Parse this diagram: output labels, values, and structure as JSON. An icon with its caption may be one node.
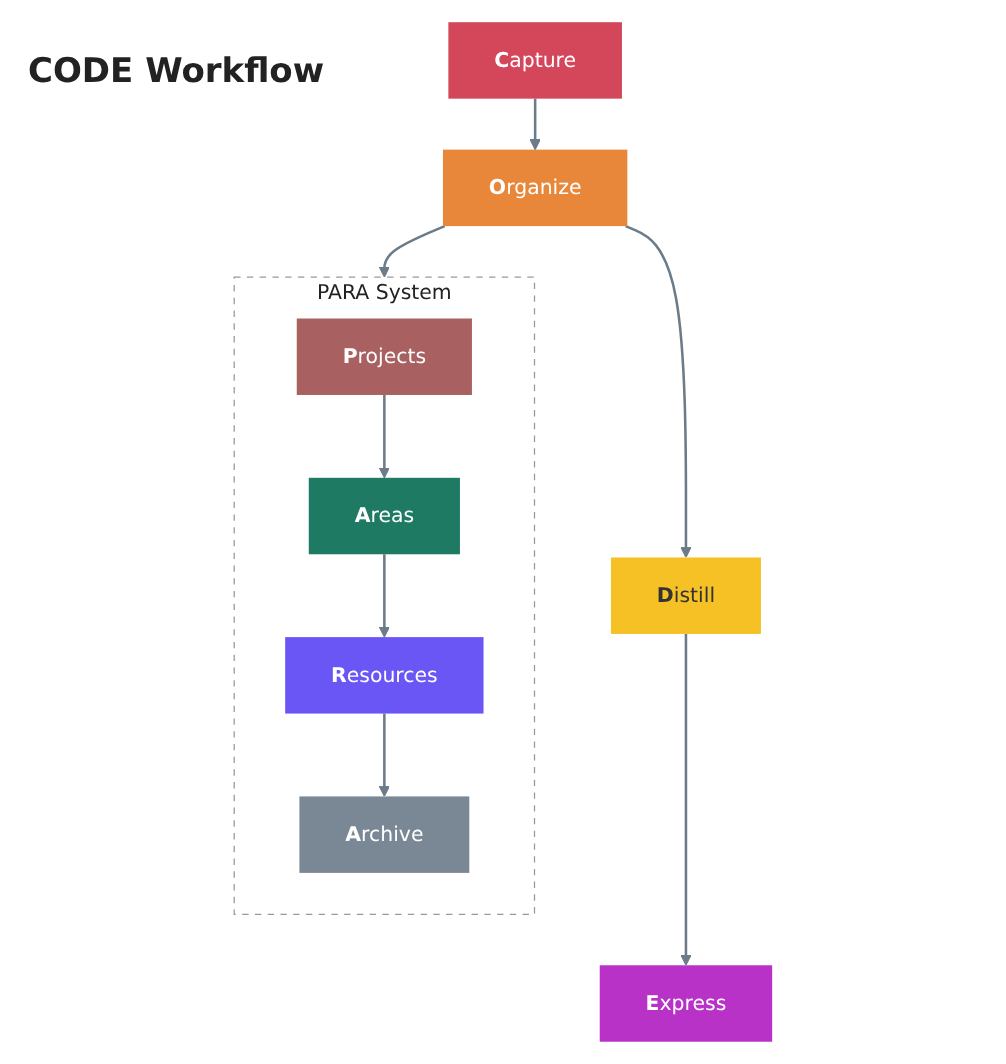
{
  "diagram": {
    "nodes": [
      {
        "text": [
          "**C**apture"
        ]
      },
      {
        "text": [
          "**O**rganize"
        ]
      },
      {
        "text": [
          "**D**istill"
        ]
      },
      {
        "text": [
          "**E**xpress"
        ]
      },
      {
        "text": [
          "PARA System"
        ]
      },
      {
        "text": [
          "**P**rojects"
        ],
        "in": 4
      },
      {
        "text": [
          "**A**reas"
        ],
        "in": 4
      },
      {
        "text": [
          "**R**esources"
        ],
        "in": 4
      },
      {
        "text": [
          "**A**rchive"
        ],
        "in": 4
      }
    ],
    "edges": [
      {
        "from": 0,
        "to": 1,
        "arrow": "to"
      },
      {
        "from": 1,
        "to": 2,
        "arrow": "to"
      },
      {
        "from": 2,
        "to": 3,
        "arrow": "to"
      },
      {
        "from": 1,
        "to": 4,
        "arrow": "to"
      },
      {
        "from": 5,
        "to": 6,
        "arrow": "to"
      },
      {
        "from": 6,
        "to": 7,
        "arrow": "to"
      },
      {
        "from": 7,
        "to": 8,
        "arrow": "to"
      }
    ],
    "labels": [
      "CODE Workflow"
    ]
  }
}
